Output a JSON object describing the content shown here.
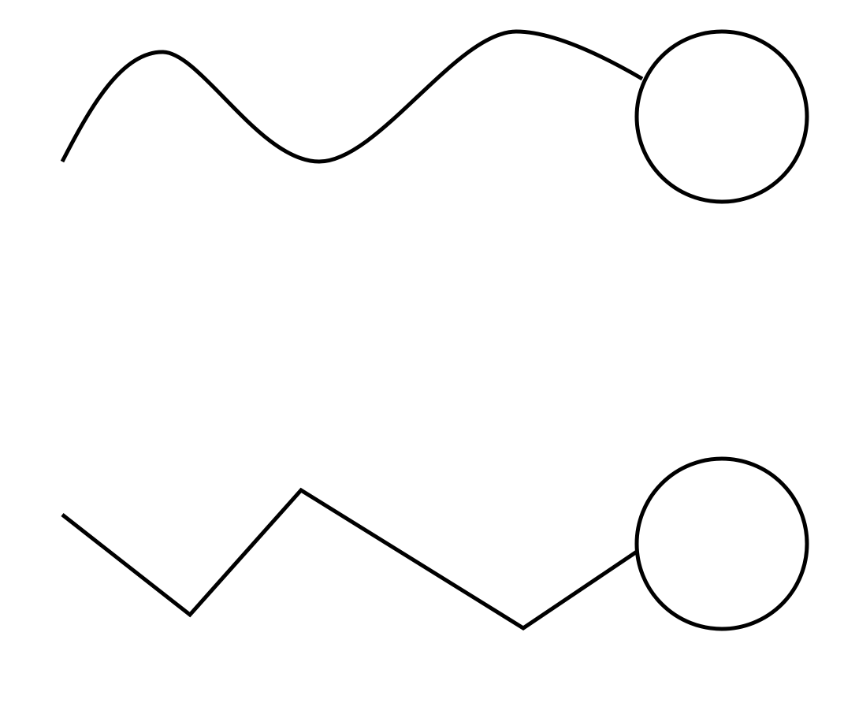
{
  "figures": [
    {
      "name": "curved-line-with-circle",
      "line_style": "smooth curve",
      "end_marker": "circle"
    },
    {
      "name": "zigzag-line-with-circle",
      "line_style": "straight segments",
      "end_marker": "circle"
    }
  ],
  "colors": {
    "stroke": "#000000",
    "background": "#ffffff"
  }
}
